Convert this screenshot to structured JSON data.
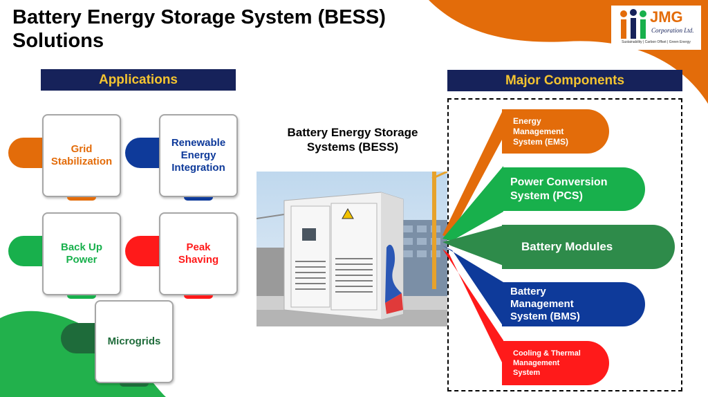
{
  "title": {
    "line1": "Battery Energy Storage System (BESS)",
    "line2": "Solutions"
  },
  "logo": {
    "name": "JMG",
    "sub": "Corporation Ltd.",
    "tagline": "Sustainability | Carbon Offset | Green Energy"
  },
  "applications": {
    "header": "Applications",
    "cards": [
      {
        "label": "Grid\nStabilization",
        "color": "#e36c0a"
      },
      {
        "label": "Renewable\nEnergy\nIntegration",
        "color": "#0e3a9a"
      },
      {
        "label": "Back Up\nPower",
        "color": "#18b04c"
      },
      {
        "label": "Peak\nShaving",
        "color": "#ff1a1a"
      },
      {
        "label": "Microgrids",
        "color": "#1e6b3a"
      }
    ]
  },
  "center": {
    "caption": "Battery Energy Storage\nSystems (BESS)"
  },
  "components": {
    "header": "Major Components",
    "items": [
      {
        "label": "Energy\nManagement\nSystem (EMS)",
        "color": "#e36c0a"
      },
      {
        "label": "Power Conversion\nSystem (PCS)",
        "color": "#18b04c"
      },
      {
        "label": "Battery Modules",
        "color": "#2e8b4a"
      },
      {
        "label": "Battery\nManagement\nSystem (BMS)",
        "color": "#0e3a9a"
      },
      {
        "label": "Cooling & Thermal\nManagement\nSystem",
        "color": "#ff1a1a"
      }
    ]
  },
  "colors": {
    "navy": "#16225a",
    "gold": "#f4c430",
    "orange": "#e36c0a",
    "green": "#18b04c"
  }
}
